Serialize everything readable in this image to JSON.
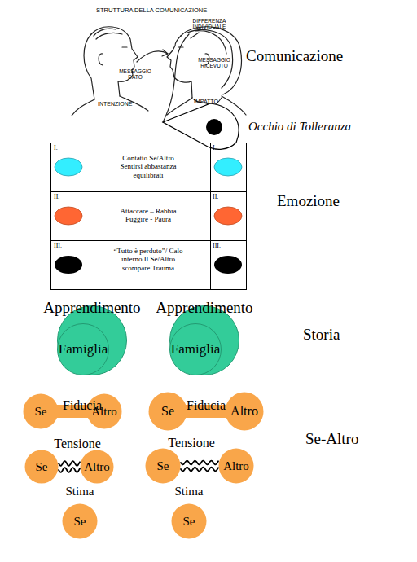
{
  "diagram": {
    "nodes": [
      {
        "text": [
          "Apprendimento"
        ]
      },
      {
        "text": [
          "Famiglia"
        ],
        "in": 0
      },
      {
        "text": [
          "Apprendimento"
        ]
      },
      {
        "text": [
          "Famiglia"
        ],
        "in": 2
      },
      {
        "text": [
          "Se"
        ]
      },
      {
        "text": [
          "Altro"
        ]
      },
      {
        "text": [
          "Se"
        ]
      },
      {
        "text": [
          "Altro"
        ]
      },
      {
        "text": [
          "Se"
        ]
      },
      {
        "text": [
          "Altro"
        ]
      },
      {
        "text": [
          "Se"
        ]
      },
      {
        "text": [
          "Altro"
        ]
      },
      {
        "text": [
          "Stima",
          "Se"
        ]
      },
      {
        "text": [
          "Stima",
          "Se"
        ]
      }
    ],
    "edges": [
      {
        "from": 4,
        "to": 5,
        "label": "Fiducia",
        "arrow": "none"
      },
      {
        "from": 6,
        "to": 7,
        "label": "Fiducia",
        "arrow": "none"
      },
      {
        "from": 8,
        "to": 9,
        "label": "Tensione",
        "arrow": "none"
      },
      {
        "from": 10,
        "to": 11,
        "label": "Tensione",
        "arrow": "none"
      }
    ],
    "labels": [
      "STRUTTURA DELLA COMUNICAZIONE",
      "DIFFERENZA INDIVIDUALE",
      "MESSAGGIO DATO",
      "MESSAGGIO RICEVUTO",
      "INTENZIONE",
      "IMPATTO",
      "Comunicazione",
      "Occhio di Tolleranza",
      "I.",
      "Contatto Sé/Altro Sentirsi abbastanza equilibrati",
      "I.",
      "II.",
      "Attaccare – Rabbia Fuggire - Paura",
      "II.",
      "III.",
      "“Tutto è perduto”/ Calo interno Il Sé/Altro scompare Trauma",
      "III.",
      "Emozione",
      "Storia",
      "Se-Altro"
    ]
  }
}
